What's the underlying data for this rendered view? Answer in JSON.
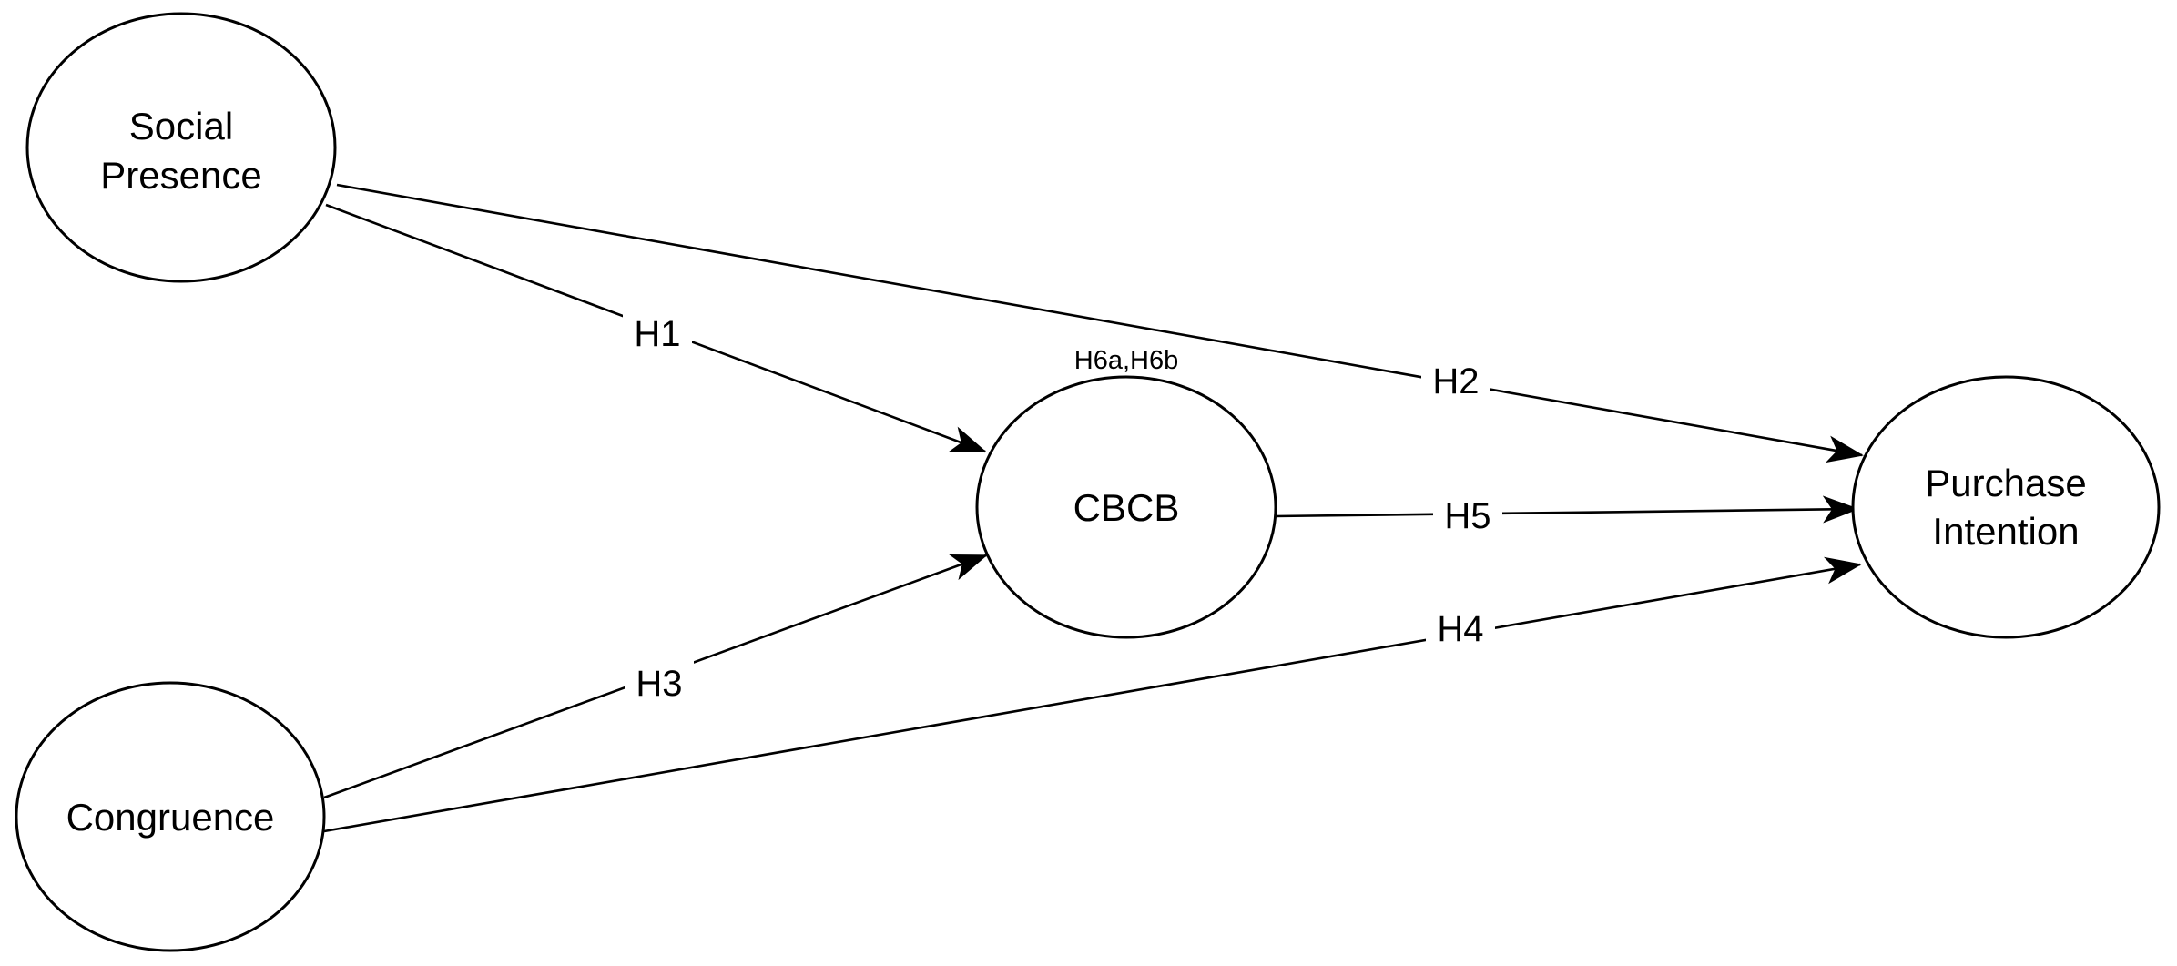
{
  "nodes": {
    "social_presence": {
      "lines": [
        "Social",
        "Presence"
      ]
    },
    "congruence": {
      "lines": [
        "Congruence"
      ]
    },
    "cbcb": {
      "lines": [
        "CBCB"
      ]
    },
    "purchase_intention": {
      "lines": [
        "Purchase",
        "Intention"
      ]
    }
  },
  "edges": {
    "h1": {
      "from": "Social Presence",
      "to": "CBCB",
      "label": "H1"
    },
    "h2": {
      "from": "Social Presence",
      "to": "Purchase Intention",
      "label": "H2"
    },
    "h3": {
      "from": "Congruence",
      "to": "CBCB",
      "label": "H3"
    },
    "h4": {
      "from": "Congruence",
      "to": "Purchase Intention",
      "label": "H4"
    },
    "h5": {
      "from": "CBCB",
      "to": "Purchase Intention",
      "label": "H5"
    }
  },
  "mediation_note": "H6a,H6b",
  "colors": {
    "stroke": "#000000",
    "fill": "#ffffff",
    "text": "#000000"
  }
}
